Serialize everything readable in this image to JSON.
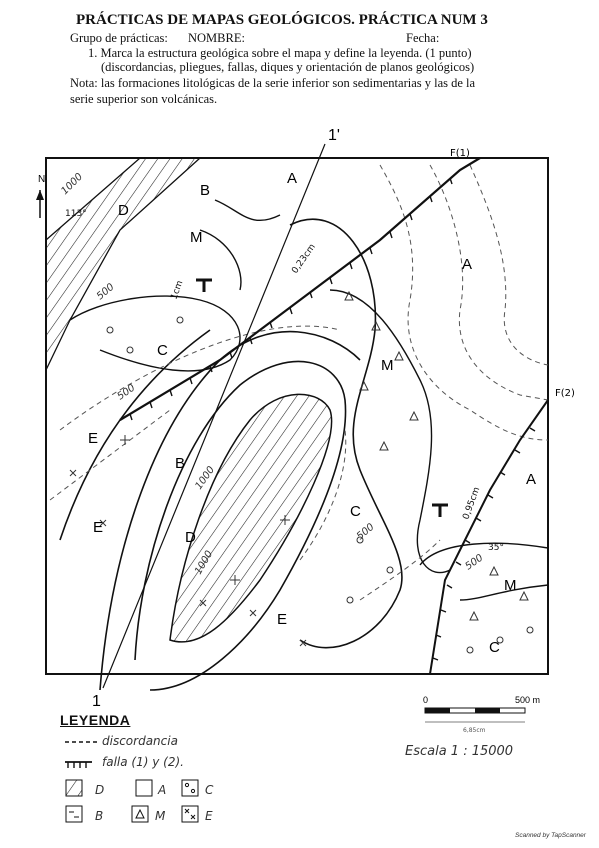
{
  "header": {
    "title": "PRÁCTICAS DE MAPAS GEOLÓGICOS. PRÁCTICA NUM  3",
    "group_label": "Grupo de prácticas:",
    "name_label": "NOMBRE:",
    "date_label": "Fecha:",
    "instruction_1": "1.  Marca la estructura geológica sobre el mapa y define la leyenda. (1 punto)",
    "instruction_1b": "(discordancias, pliegues, fallas, diques y orientación de planos geológicos)",
    "note_1": "Nota: las formaciones litológicas de la serie inferior son sedimentarias y las de la",
    "note_2": "serie superior son volcánicas."
  },
  "map": {
    "north": "N",
    "section_start": "1",
    "section_end": "1'",
    "fault_1": "F(1)",
    "fault_2": "F(2)",
    "units": [
      "A",
      "B",
      "C",
      "D",
      "E",
      "M"
    ],
    "contours": [
      "1000",
      "500",
      "1000",
      "1000",
      "500",
      "500",
      "500"
    ],
    "dips": [
      "113°",
      "35°"
    ],
    "measures": [
      "0,23cm",
      "1cm",
      "0,95cm"
    ],
    "scale_bar": {
      "left": "0",
      "right": "500 m",
      "under": "6,85cm"
    },
    "scale_text": "Escala  1 : 15000"
  },
  "legend": {
    "title": "LEYENDA",
    "discordance": "discordancia",
    "fault": "falla (1) y (2).",
    "items": [
      "D",
      "A",
      "C",
      "B",
      "M",
      "E"
    ]
  },
  "footer": {
    "scanner": "Scanned by TapScanner"
  }
}
